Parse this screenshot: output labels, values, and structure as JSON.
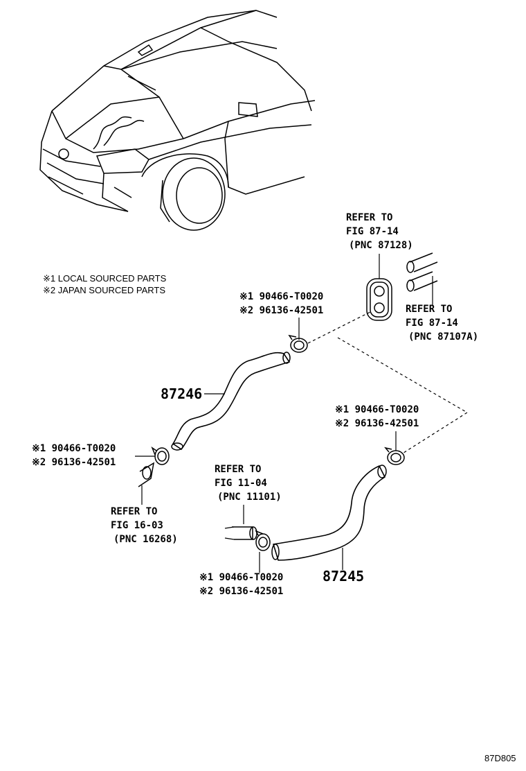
{
  "legend": {
    "line1": "※1 LOCAL SOURCED PARTS",
    "line2": "※2 JAPAN SOURCED PARTS"
  },
  "refs": {
    "fig87_14_a": {
      "l1": "REFER TO",
      "l2": "FIG 87-14",
      "l3": "(PNC 87128)"
    },
    "fig87_14_b": {
      "l1": "REFER TO",
      "l2": "FIG 87-14",
      "l3": "(PNC 87107A)"
    },
    "fig16_03": {
      "l1": "REFER TO",
      "l2": "FIG 16-03",
      "l3": "(PNC 16268)"
    },
    "fig11_04": {
      "l1": "REFER TO",
      "l2": "FIG 11-04",
      "l3": "(PNC 11101)"
    }
  },
  "clamps": {
    "top": {
      "p1": "※1 90466-T0020",
      "p2": "※2 96136-42501"
    },
    "left": {
      "p1": "※1 90466-T0020",
      "p2": "※2 96136-42501"
    },
    "right": {
      "p1": "※1 90466-T0020",
      "p2": "※2 96136-42501"
    },
    "bottom": {
      "p1": "※1 90466-T0020",
      "p2": "※2 96136-42501"
    }
  },
  "parts": {
    "hose_upper": "87246",
    "hose_lower": "87245"
  },
  "figure_code": "87D805"
}
